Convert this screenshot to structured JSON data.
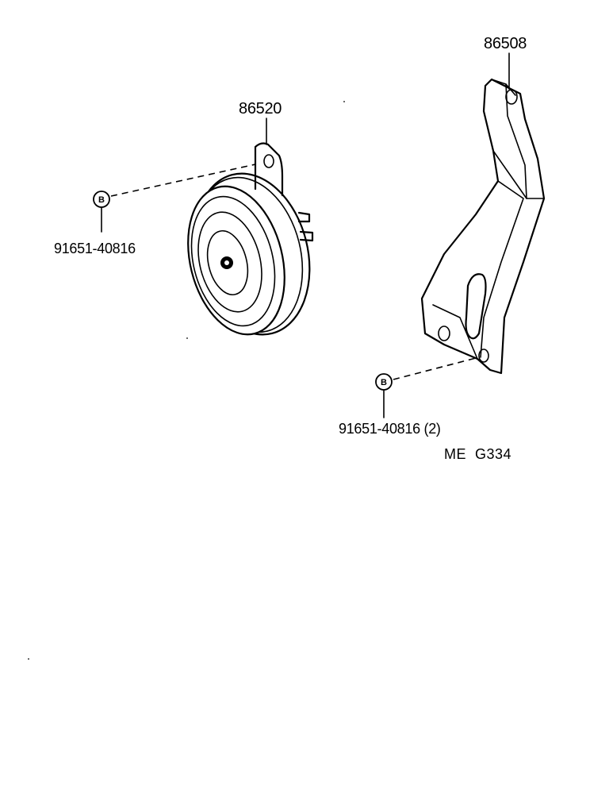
{
  "diagram": {
    "parts": {
      "horn": {
        "part_number": "86520"
      },
      "bracket": {
        "part_number": "86508"
      }
    },
    "bolts": {
      "horn_bolt": {
        "marker": "B",
        "part_number": "91651-40816"
      },
      "bracket_bolt": {
        "marker": "B",
        "part_number": "91651-40816 (2)"
      }
    },
    "figure_code": "ME  G334"
  }
}
